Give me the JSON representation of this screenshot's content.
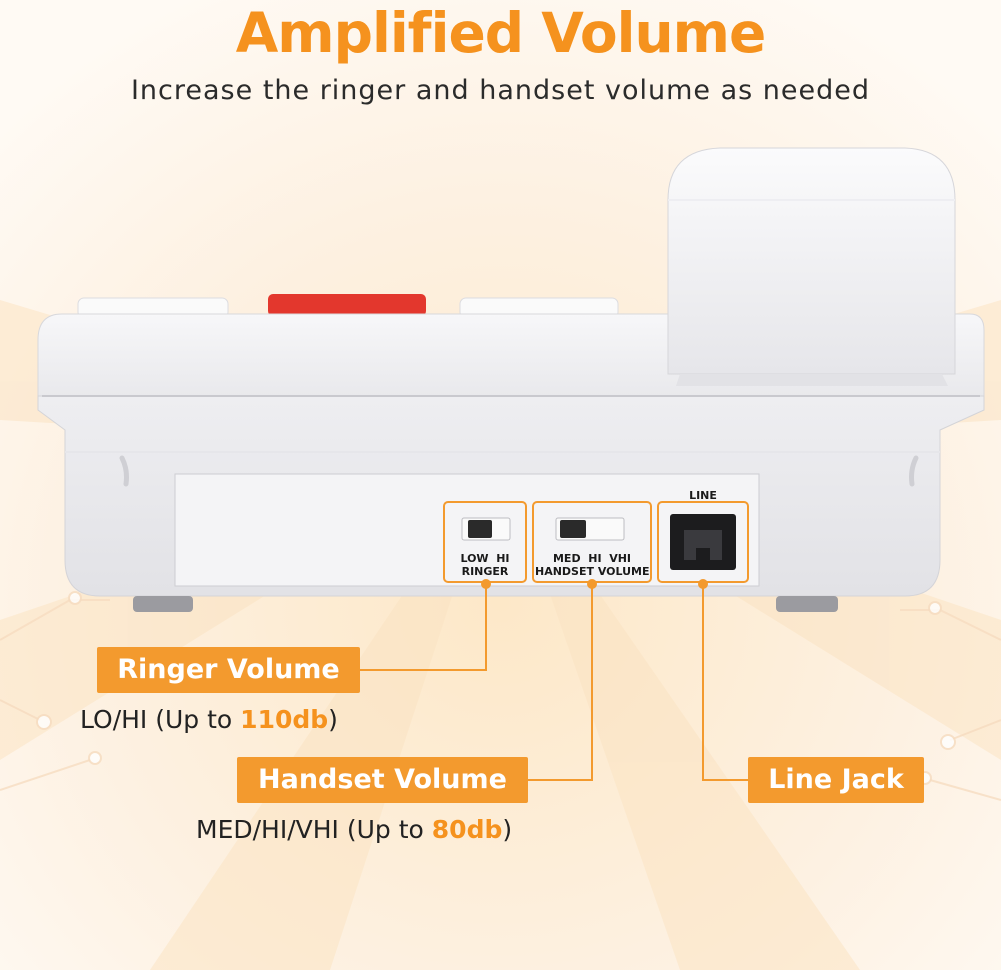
{
  "header": {
    "title": "Amplified Volume",
    "subtitle": "Increase the ringer and handset volume as needed"
  },
  "panel": {
    "ringer_switch": {
      "positions": "LOW  HI",
      "name": "RINGER"
    },
    "handset_switch": {
      "positions": "MED  HI  VHI",
      "name": "HANDSET VOLUME"
    },
    "line_label": "LINE"
  },
  "callouts": [
    {
      "label": "Ringer Volume",
      "desc_prefix": "LO/HI (Up to ",
      "desc_value": "110db",
      "desc_suffix": ")"
    },
    {
      "label": "Handset Volume",
      "desc_prefix": "MED/HI/VHI (Up to ",
      "desc_value": "80db",
      "desc_suffix": ")"
    },
    {
      "label": "Line Jack"
    }
  ],
  "colors": {
    "accent": "#f39a2e",
    "accent_text": "#f5921e",
    "text": "#222222",
    "phone_body": "#f2f2f4"
  }
}
